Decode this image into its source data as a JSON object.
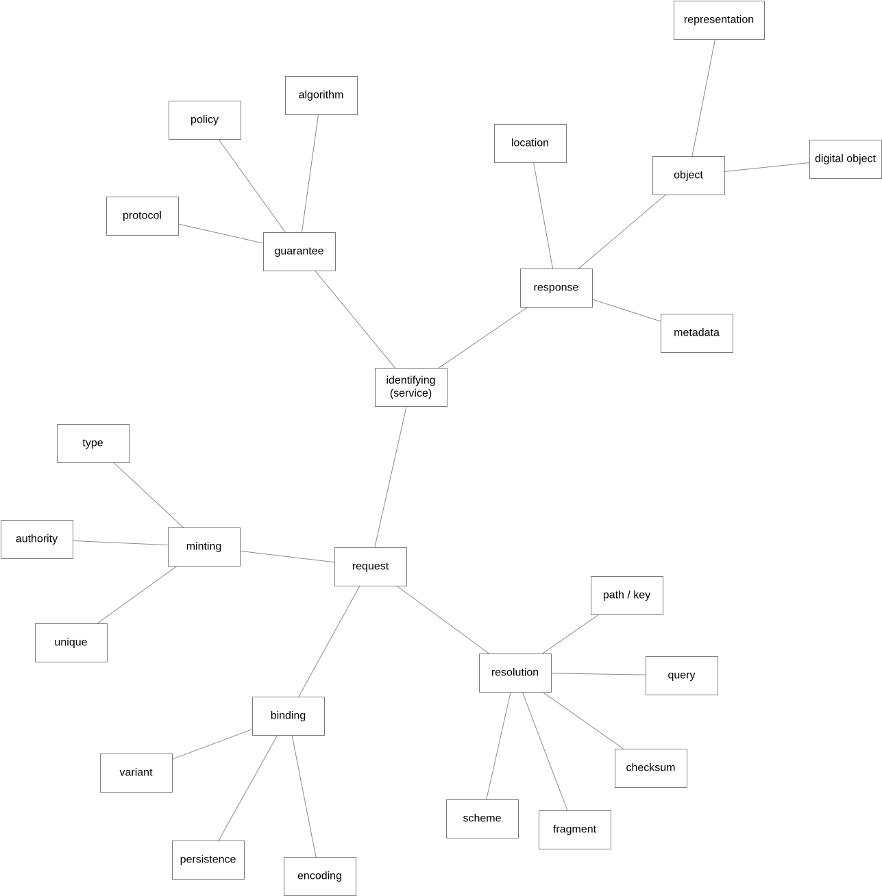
{
  "diagram": {
    "nodes": [
      {
        "id": "identifying",
        "lines": [
          "identifying",
          "(service)"
        ]
      },
      {
        "id": "guarantee",
        "lines": [
          "guarantee"
        ]
      },
      {
        "id": "response",
        "lines": [
          "response"
        ]
      },
      {
        "id": "request",
        "lines": [
          "request"
        ]
      },
      {
        "id": "policy",
        "lines": [
          "policy"
        ]
      },
      {
        "id": "algorithm",
        "lines": [
          "algorithm"
        ]
      },
      {
        "id": "protocol",
        "lines": [
          "protocol"
        ]
      },
      {
        "id": "location",
        "lines": [
          "location"
        ]
      },
      {
        "id": "object",
        "lines": [
          "object"
        ]
      },
      {
        "id": "metadata",
        "lines": [
          "metadata"
        ]
      },
      {
        "id": "representation",
        "lines": [
          "representation"
        ]
      },
      {
        "id": "digital-object",
        "lines": [
          "digital object"
        ]
      },
      {
        "id": "minting",
        "lines": [
          "minting"
        ]
      },
      {
        "id": "type",
        "lines": [
          "type"
        ]
      },
      {
        "id": "authority",
        "lines": [
          "authority"
        ]
      },
      {
        "id": "unique",
        "lines": [
          "unique"
        ]
      },
      {
        "id": "binding",
        "lines": [
          "binding"
        ]
      },
      {
        "id": "variant",
        "lines": [
          "variant"
        ]
      },
      {
        "id": "persistence",
        "lines": [
          "persistence"
        ]
      },
      {
        "id": "encoding",
        "lines": [
          "encoding"
        ]
      },
      {
        "id": "resolution",
        "lines": [
          "resolution"
        ]
      },
      {
        "id": "path-key",
        "lines": [
          "path / key"
        ]
      },
      {
        "id": "query",
        "lines": [
          "query"
        ]
      },
      {
        "id": "checksum",
        "lines": [
          "checksum"
        ]
      },
      {
        "id": "scheme",
        "lines": [
          "scheme"
        ]
      },
      {
        "id": "fragment",
        "lines": [
          "fragment"
        ]
      }
    ],
    "edges": [
      [
        "identifying",
        "guarantee"
      ],
      [
        "identifying",
        "response"
      ],
      [
        "identifying",
        "request"
      ],
      [
        "guarantee",
        "policy"
      ],
      [
        "guarantee",
        "algorithm"
      ],
      [
        "guarantee",
        "protocol"
      ],
      [
        "response",
        "location"
      ],
      [
        "response",
        "object"
      ],
      [
        "response",
        "metadata"
      ],
      [
        "object",
        "representation"
      ],
      [
        "object",
        "digital-object"
      ],
      [
        "request",
        "minting"
      ],
      [
        "request",
        "binding"
      ],
      [
        "request",
        "resolution"
      ],
      [
        "minting",
        "type"
      ],
      [
        "minting",
        "authority"
      ],
      [
        "minting",
        "unique"
      ],
      [
        "binding",
        "variant"
      ],
      [
        "binding",
        "persistence"
      ],
      [
        "binding",
        "encoding"
      ],
      [
        "resolution",
        "path-key"
      ],
      [
        "resolution",
        "query"
      ],
      [
        "resolution",
        "checksum"
      ],
      [
        "resolution",
        "scheme"
      ],
      [
        "resolution",
        "fragment"
      ]
    ]
  }
}
